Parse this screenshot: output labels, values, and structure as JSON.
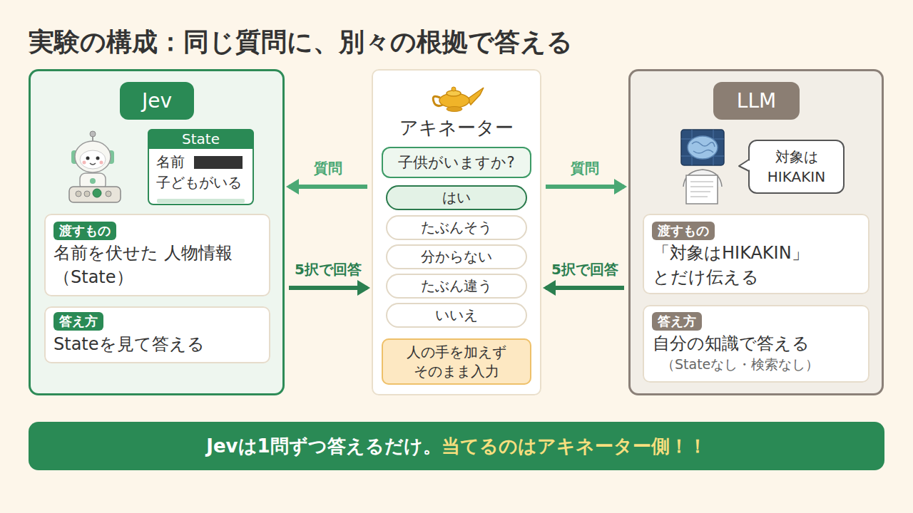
{
  "diagram": {
    "title": "実験の構成：同じ質問に、別々の根拠で答える",
    "nodes": [
      {
        "text": [
          "Jev"
        ]
      },
      {
        "text": [
          "State",
          "名前",
          "子どもがいる"
        ],
        "in": 0
      },
      {
        "text": [
          "渡すもの",
          "名前を伏せた 人物情報（State）"
        ],
        "in": 0
      },
      {
        "text": [
          "答え方",
          "Stateを見て答える"
        ],
        "in": 0
      },
      {
        "text": [
          "アキネーター"
        ]
      },
      {
        "text": [
          "子供がいますか?"
        ],
        "in": 4
      },
      {
        "text": [
          "はい"
        ],
        "in": 4
      },
      {
        "text": [
          "たぶんそう"
        ],
        "in": 4
      },
      {
        "text": [
          "分からない"
        ],
        "in": 4
      },
      {
        "text": [
          "たぶん違う"
        ],
        "in": 4
      },
      {
        "text": [
          "いいえ"
        ],
        "in": 4
      },
      {
        "text": [
          "人の手を加えず そのまま入力"
        ],
        "in": 4
      },
      {
        "text": [
          "LLM"
        ]
      },
      {
        "text": [
          "対象は HIKAKIN"
        ],
        "in": 12
      },
      {
        "text": [
          "渡すもの",
          "「対象はHIKAKIN」 とだけ伝える"
        ],
        "in": 12
      },
      {
        "text": [
          "答え方",
          "自分の知識で答える",
          "（Stateなし・検索なし）"
        ],
        "in": 12
      },
      {
        "text": [
          "Jevは1問ずつ答えるだけ。",
          "当てるのはアキネーター側！！"
        ]
      }
    ],
    "edges": [
      {
        "from": 4,
        "to": 0,
        "arrow": "to",
        "label": "質問"
      },
      {
        "from": 0,
        "to": 4,
        "arrow": "to",
        "label": "5択で回答"
      },
      {
        "from": 4,
        "to": 12,
        "arrow": "to",
        "label": "質問"
      },
      {
        "from": 12,
        "to": 4,
        "arrow": "to",
        "label": "5択で回答"
      }
    ]
  }
}
